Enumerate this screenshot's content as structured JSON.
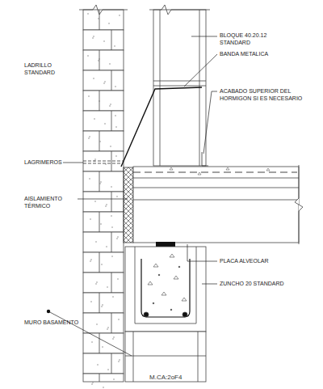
{
  "diagram": {
    "caption": "M.CA:2oF4",
    "labels": [
      "LADRILLO STANDARD",
      "BLOQUE 40.20.12 STANDARD",
      "BANDA METALICA",
      "ACABADO SUPERIOR DEL HORMIGON SI ES NECESARIO",
      "LAGRIMEROS",
      "AISLAMIENTO TÉRMICO",
      "PLACA ALVEOLAR",
      "ZUNCHO 20 STANDARD",
      "MURO BASAMENTO"
    ]
  }
}
